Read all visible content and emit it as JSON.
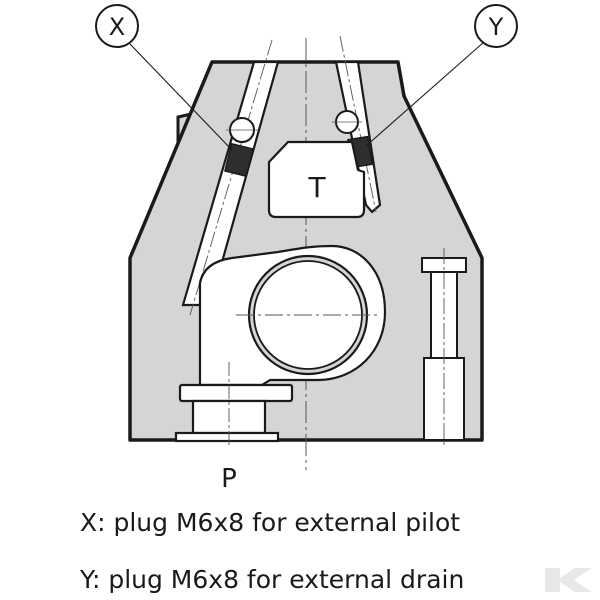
{
  "labels": {
    "callout_x": "X",
    "callout_y": "Y",
    "port_t": "T",
    "port_p": "P"
  },
  "captions": {
    "x": "X: plug M6x8 for external pilot",
    "y": "Y: plug M6x8 for external drain"
  },
  "colors": {
    "body_fill": "#d3d5d6",
    "outline": "#1a1a1a",
    "plug_fill": "#2e2e2e",
    "watermark": "#e4e4e4"
  },
  "icons": {
    "watermark": "brand-logo-icon"
  }
}
